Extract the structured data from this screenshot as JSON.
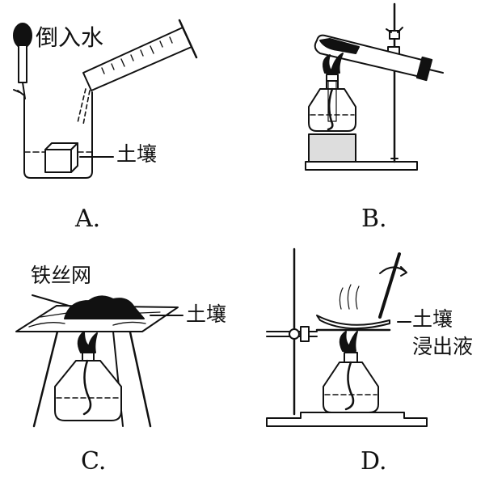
{
  "panels": {
    "a": {
      "caption": "A.",
      "label_pour": "倒入水",
      "label_soil": "土壤"
    },
    "b": {
      "caption": "B."
    },
    "c": {
      "caption": "C.",
      "label_gauze": "铁丝网",
      "label_soil": "土壤"
    },
    "d": {
      "caption": "D.",
      "label_line1": "土壤",
      "label_line2": "浸出液"
    }
  }
}
